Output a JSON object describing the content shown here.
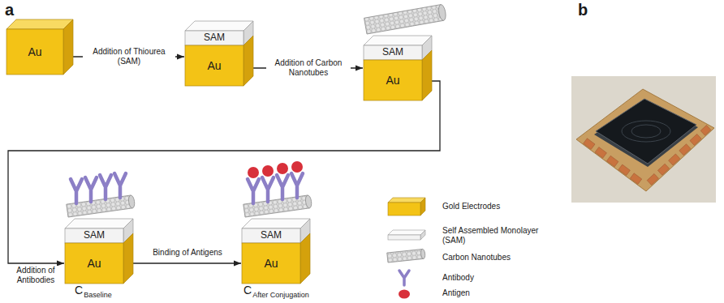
{
  "diagram": {
    "nodes": [
      {
        "text": [
          "Au"
        ]
      },
      {
        "text": [
          "SAM"
        ]
      },
      {
        "text": [
          "Au"
        ]
      },
      {
        "text": [
          "SAM"
        ]
      },
      {
        "text": [
          "Au"
        ]
      },
      {
        "text": [
          "SAM"
        ]
      },
      {
        "text": [
          "Au"
        ]
      },
      {
        "text": [
          "SAM"
        ]
      },
      {
        "text": [
          "Au"
        ]
      }
    ],
    "edges": [
      {
        "from": 0,
        "to": 2,
        "label": "Addition of Thiourea (SAM)",
        "arrow": "to"
      },
      {
        "from": 2,
        "to": 4,
        "label": "Addition of Carbon Nanotubes",
        "arrow": "to"
      },
      {
        "from": 4,
        "to": 6,
        "label": "Addition of Antibodies",
        "arrow": "to"
      },
      {
        "from": 6,
        "to": 8,
        "label": "Binding of Antigens",
        "arrow": "to"
      }
    ],
    "labels": [
      "a",
      "C",
      "Baseline",
      "C",
      "After Conjugation",
      "b"
    ],
    "legend": [
      {
        "text": "Gold Electrodes",
        "color": "#f3c316"
      },
      {
        "text": "Self Assembled Monolayer (SAM)"
      },
      {
        "text": "Carbon Nanotubes"
      },
      {
        "text": "Antibody"
      },
      {
        "text": "Antigen"
      }
    ]
  }
}
